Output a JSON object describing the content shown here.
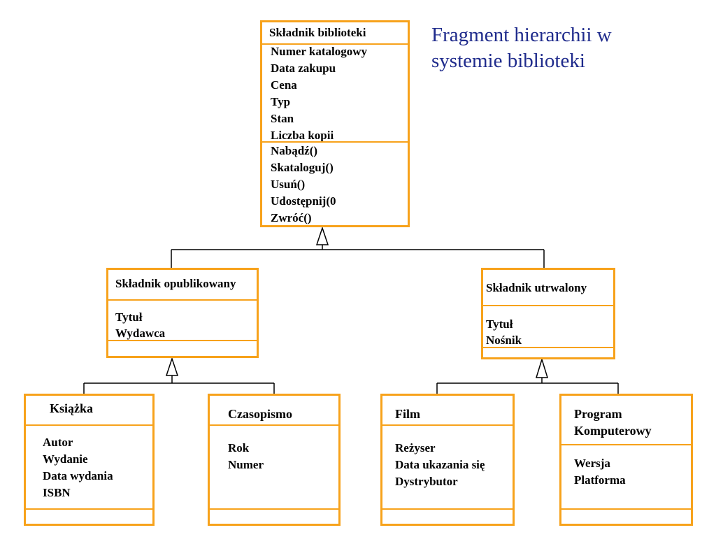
{
  "title": {
    "line1": "Fragment hierarchii w",
    "line2": "systemie biblioteki"
  },
  "colors": {
    "border": "#f7a21b",
    "title": "#1f2b8c",
    "text": "#000000"
  },
  "classes": {
    "library_item": {
      "name": "Składnik biblioteki",
      "attributes": [
        "Numer katalogowy",
        "Data zakupu",
        "Cena",
        "Typ",
        "Stan",
        "Liczba kopii"
      ],
      "methods": [
        "Nabądź()",
        "Skataloguj()",
        "Usuń()",
        "Udostępnij(0",
        "Zwróć()"
      ]
    },
    "published_item": {
      "name": "Składnik opublikowany",
      "attributes": [
        "Tytuł",
        "Wydawca"
      ]
    },
    "recorded_item": {
      "name": "Składnik utrwalony",
      "attributes": [
        "Tytuł",
        "Nośnik"
      ]
    },
    "book": {
      "name": "Książka",
      "attributes": [
        "Autor",
        "Wydanie",
        "Data wydania",
        "ISBN"
      ]
    },
    "magazine": {
      "name": "Czasopismo",
      "attributes": [
        "Rok",
        "Numer"
      ]
    },
    "film": {
      "name": "Film",
      "attributes": [
        "Reżyser",
        "Data ukazania się",
        "Dystrybutor"
      ]
    },
    "computer_program": {
      "name_line1": "Program",
      "name_line2": "Komputerowy",
      "attributes": [
        "Wersja",
        "Platforma"
      ]
    }
  }
}
